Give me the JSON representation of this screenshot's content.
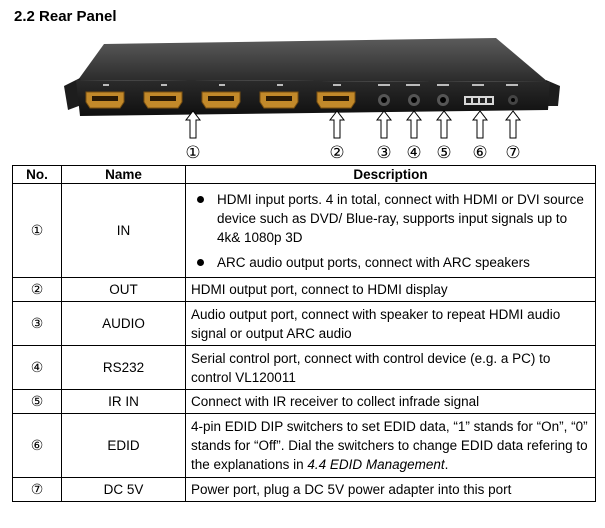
{
  "section_title": "2.2 Rear Panel",
  "callouts": [
    "①",
    "②",
    "③",
    "④",
    "⑤",
    "⑥",
    "⑦"
  ],
  "table": {
    "headers": {
      "no": "No.",
      "name": "Name",
      "description": "Description"
    },
    "rows": [
      {
        "no": "①",
        "name": "IN",
        "bullets": [
          "HDMI input ports. 4 in total, connect with HDMI or DVI source device such as DVD/ Blue-ray, supports input signals up to 4k& 1080p 3D",
          "ARC audio output ports, connect with ARC speakers"
        ]
      },
      {
        "no": "②",
        "name": "OUT",
        "description": "HDMI output port, connect to HDMI display"
      },
      {
        "no": "③",
        "name": "AUDIO",
        "description": "Audio output port, connect with speaker to repeat HDMI audio signal or output ARC audio"
      },
      {
        "no": "④",
        "name": "RS232",
        "description": "Serial control port, connect with control device (e.g. a PC) to control VL120011"
      },
      {
        "no": "⑤",
        "name": "IR IN",
        "description": "Connect with IR receiver to collect infrade signal"
      },
      {
        "no": "⑥",
        "name": "EDID",
        "description": "4-pin EDID DIP switchers to set EDID data, “1” stands for “On”, “0” stands for “Off”. Dial the switchers to change EDID data refering to the explanations in ",
        "description_ref": "4.4 EDID Management",
        "description_end": "."
      },
      {
        "no": "⑦",
        "name": "DC 5V",
        "description": "Power port, plug a DC 5V power adapter into this port"
      }
    ]
  }
}
